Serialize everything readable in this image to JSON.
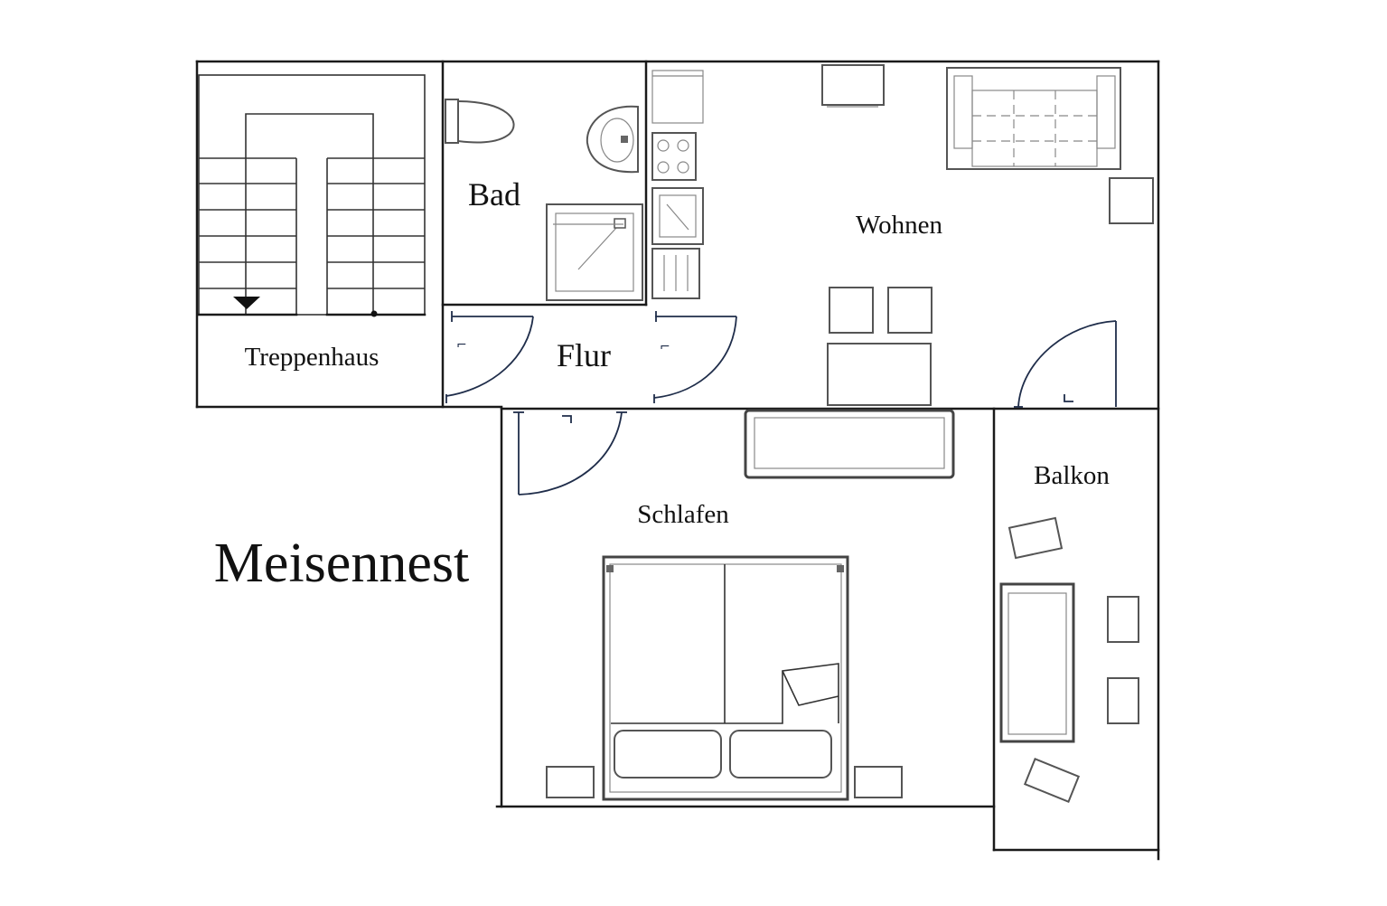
{
  "title": "Meisennest",
  "rooms": {
    "treppenhaus": "Treppenhaus",
    "bad": "Bad",
    "flur": "Flur",
    "wohnen": "Wohnen",
    "schlafen": "Schlafen",
    "balkon": "Balkon"
  },
  "colors": {
    "wall": "#1a1a1a",
    "door": "#1f2d4a",
    "background": "#ffffff"
  },
  "icons": [
    "stair-arrow-icon",
    "toilet-icon",
    "washbasin-icon",
    "shower-icon",
    "stove-icon",
    "sink-icon",
    "dishwasher-icon",
    "sofa-icon",
    "bed-icon"
  ]
}
